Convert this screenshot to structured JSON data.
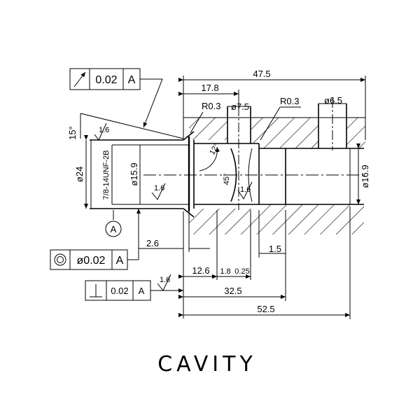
{
  "title": "CAVITY",
  "dimensions": {
    "d_47_5": "47.5",
    "d_17_8": "17.8",
    "d_r03_left": "R0.3",
    "d_r03_right": "R0.3",
    "d_dia7_5": "ø7.5",
    "d_dia5": "ø6.5",
    "d_dia24": "ø24",
    "d_dia15_9": "ø15.9",
    "d_thread": "7/8-14UNF-2B",
    "d_dia16_9": "ø16.9",
    "d_15deg": "15°",
    "d_12deg": "12°",
    "d_45deg": "45°",
    "d_2_6": "2.6",
    "d_12_6": "12.6",
    "d_1_8": "1.8",
    "d_0_25": "0.25",
    "d_1_5": "1.5",
    "d_32_5": "32.5",
    "d_52_5": "52.5"
  },
  "roughness": {
    "r1": "1.6",
    "r2": "1.6",
    "r3": "1.6",
    "r4": "1.6"
  },
  "datum": "A",
  "fcf_runout": {
    "tolerance": "0.02",
    "datum": "A"
  },
  "fcf_concentricity": {
    "tolerance": "ø0.02",
    "datum": "A"
  },
  "fcf_perpendicularity": {
    "tolerance": "0.02",
    "datum": "A"
  }
}
